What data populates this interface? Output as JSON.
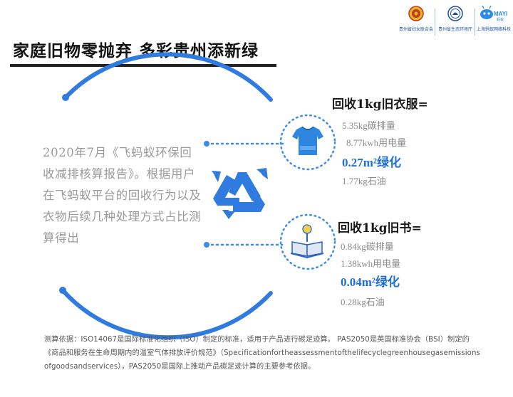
{
  "logos": [
    {
      "name": "贵州省妇女联合会",
      "icon": "womens-federation-emblem"
    },
    {
      "name": "贵州省生态环境厅",
      "icon": "ecology-environment-emblem"
    },
    {
      "name": "上海蚂蚁网络科技",
      "icon": "mayi-ant-logo",
      "brand": "MAYI",
      "brand_sub": "蚂蚁"
    }
  ],
  "title": "家庭旧物零抛弃  多彩贵州添新绿",
  "intro_text": "2020年7月《飞蚂蚁环保回收减排核算报告》。根据用户在飞蚂蚁平台的回收行为以及衣物后续几种处理方式占比测算得出",
  "clothes": {
    "title": "回收1kg旧衣服=",
    "carbon": "5.35kg碳排量",
    "electricity": "8.77kwh用电量",
    "greening": "0.27m²绿化",
    "oil": "1.77kg石油"
  },
  "books": {
    "title": "回收1kg旧书=",
    "carbon": "0.84kg碳排量",
    "electricity": "1.38kwh用电量",
    "greening": "0.04m²绿化",
    "oil": "0.28kg石油"
  },
  "footnote": "测算依据：ISO14067是国际标准化组织（ISO）制定的标准，适用于产品进行碳足迹算。 PAS2050是英国标准协会（BSI）制定的《商品和服务在生命周期内的温室气体排放评价规范》（Specificationfortheassessmentofthelifecyclegreenhousegasemissions ofgoodsandservices），PAS2050是国际上推动产品碳足迹计算的主要参考依据。",
  "colors": {
    "accent_blue": "#1f6fd6",
    "dot_blue": "#3a8ce8",
    "title_bar": "#222222"
  }
}
